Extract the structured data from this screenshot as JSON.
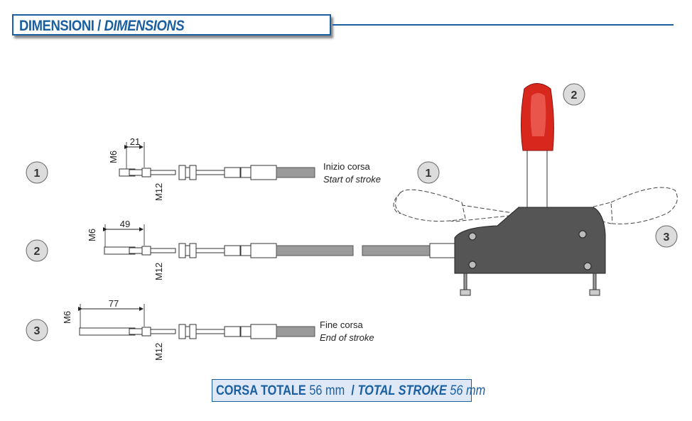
{
  "header": {
    "title_it": "DIMENSIONI",
    "separator": "/",
    "title_en": "DIMENSIONS"
  },
  "positions": [
    {
      "number": "1",
      "dimension": "21",
      "thread_tip": "M6",
      "thread_body": "M12",
      "caption_it": "Inizio corsa",
      "caption_en": "Start of stroke"
    },
    {
      "number": "2",
      "dimension": "49",
      "thread_tip": "M6",
      "thread_body": "M12"
    },
    {
      "number": "3",
      "dimension": "77",
      "thread_tip": "M6",
      "thread_body": "M12",
      "caption_it": "Fine corsa",
      "caption_en": "End of stroke"
    }
  ],
  "lever_markers": [
    "1",
    "2",
    "3"
  ],
  "footer": {
    "label_it": "CORSA TOTALE",
    "value_it": "56 mm",
    "separator": "/",
    "label_en": "TOTAL STROKE",
    "value_en": "56 mm"
  },
  "colors": {
    "brand_blue": "#1a5fa0",
    "handle_red": "#d8281e",
    "body_gray": "#555555",
    "cable_gray": "#9a9a9a"
  }
}
